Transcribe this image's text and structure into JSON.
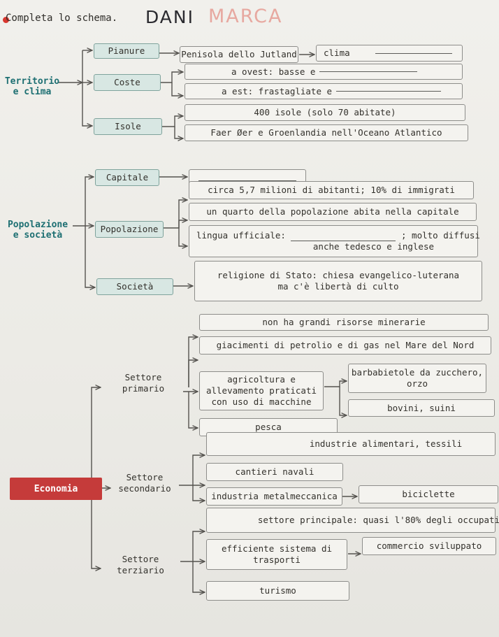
{
  "title": "Completa lo schema.",
  "handwriting_black": "DANI",
  "handwriting_pink": "MARCA",
  "sections": {
    "territorio": {
      "label_line1": "Territorio",
      "label_line2": "e clima",
      "pianure": "Pianure",
      "penisola": "Penisola dello Jutland",
      "clima": "clima",
      "coste": "Coste",
      "ovest": "a ovest: basse e",
      "est": "a est: frastagliate e",
      "isole": "Isole",
      "isole_num": "400 isole (solo 70 abitate)",
      "faer": "Faer Øer e Groenlandia nell'Oceano Atlantico"
    },
    "popolazione": {
      "label_line1": "Popolazione",
      "label_line2": "e società",
      "capitale": "Capitale",
      "popolazione": "Popolazione",
      "abitanti": "circa 5,7 milioni di abitanti; 10% di immigrati",
      "quarto": "un quarto della popolazione abita nella capitale",
      "lingua_a": "lingua ufficiale:",
      "lingua_b": "; molto diffusi",
      "lingua_c": "anche tedesco e inglese",
      "societa": "Società",
      "religione_1": "religione di Stato: chiesa evangelico-luterana",
      "religione_2": "ma c'è libertà di culto"
    },
    "economia": {
      "label": "Economia",
      "primario_1": "Settore",
      "primario_2": "primario",
      "risorse": "non ha grandi risorse minerarie",
      "giacimenti": "giacimenti di petrolio e di gas nel Mare del Nord",
      "agri_1": "agricoltura e",
      "agri_2": "allevamento praticati",
      "agri_3": "con uso di macchine",
      "barbabietole_1": "barbabietole da zucchero,",
      "barbabietole_2": "orzo",
      "bovini": "bovini, suini",
      "pesca": "pesca",
      "secondario_1": "Settore",
      "secondario_2": "secondario",
      "alimentari": "industrie alimentari, tessili",
      "cantieri": "cantieri navali",
      "metal": "industria metalmeccanica",
      "biciclette": "biciclette",
      "terziario_1": "Settore",
      "terziario_2": "terziario",
      "principale": "settore principale: quasi l'80% degli occupati",
      "trasporti_1": "efficiente sistema di",
      "trasporti_2": "trasporti",
      "commercio": "commercio sviluppato",
      "turismo": "turismo"
    }
  },
  "colors": {
    "main_label": "#1d6f72",
    "economia_bg": "#c53b3a",
    "sub_box": "#d8e7e3",
    "line": "#54524e"
  }
}
